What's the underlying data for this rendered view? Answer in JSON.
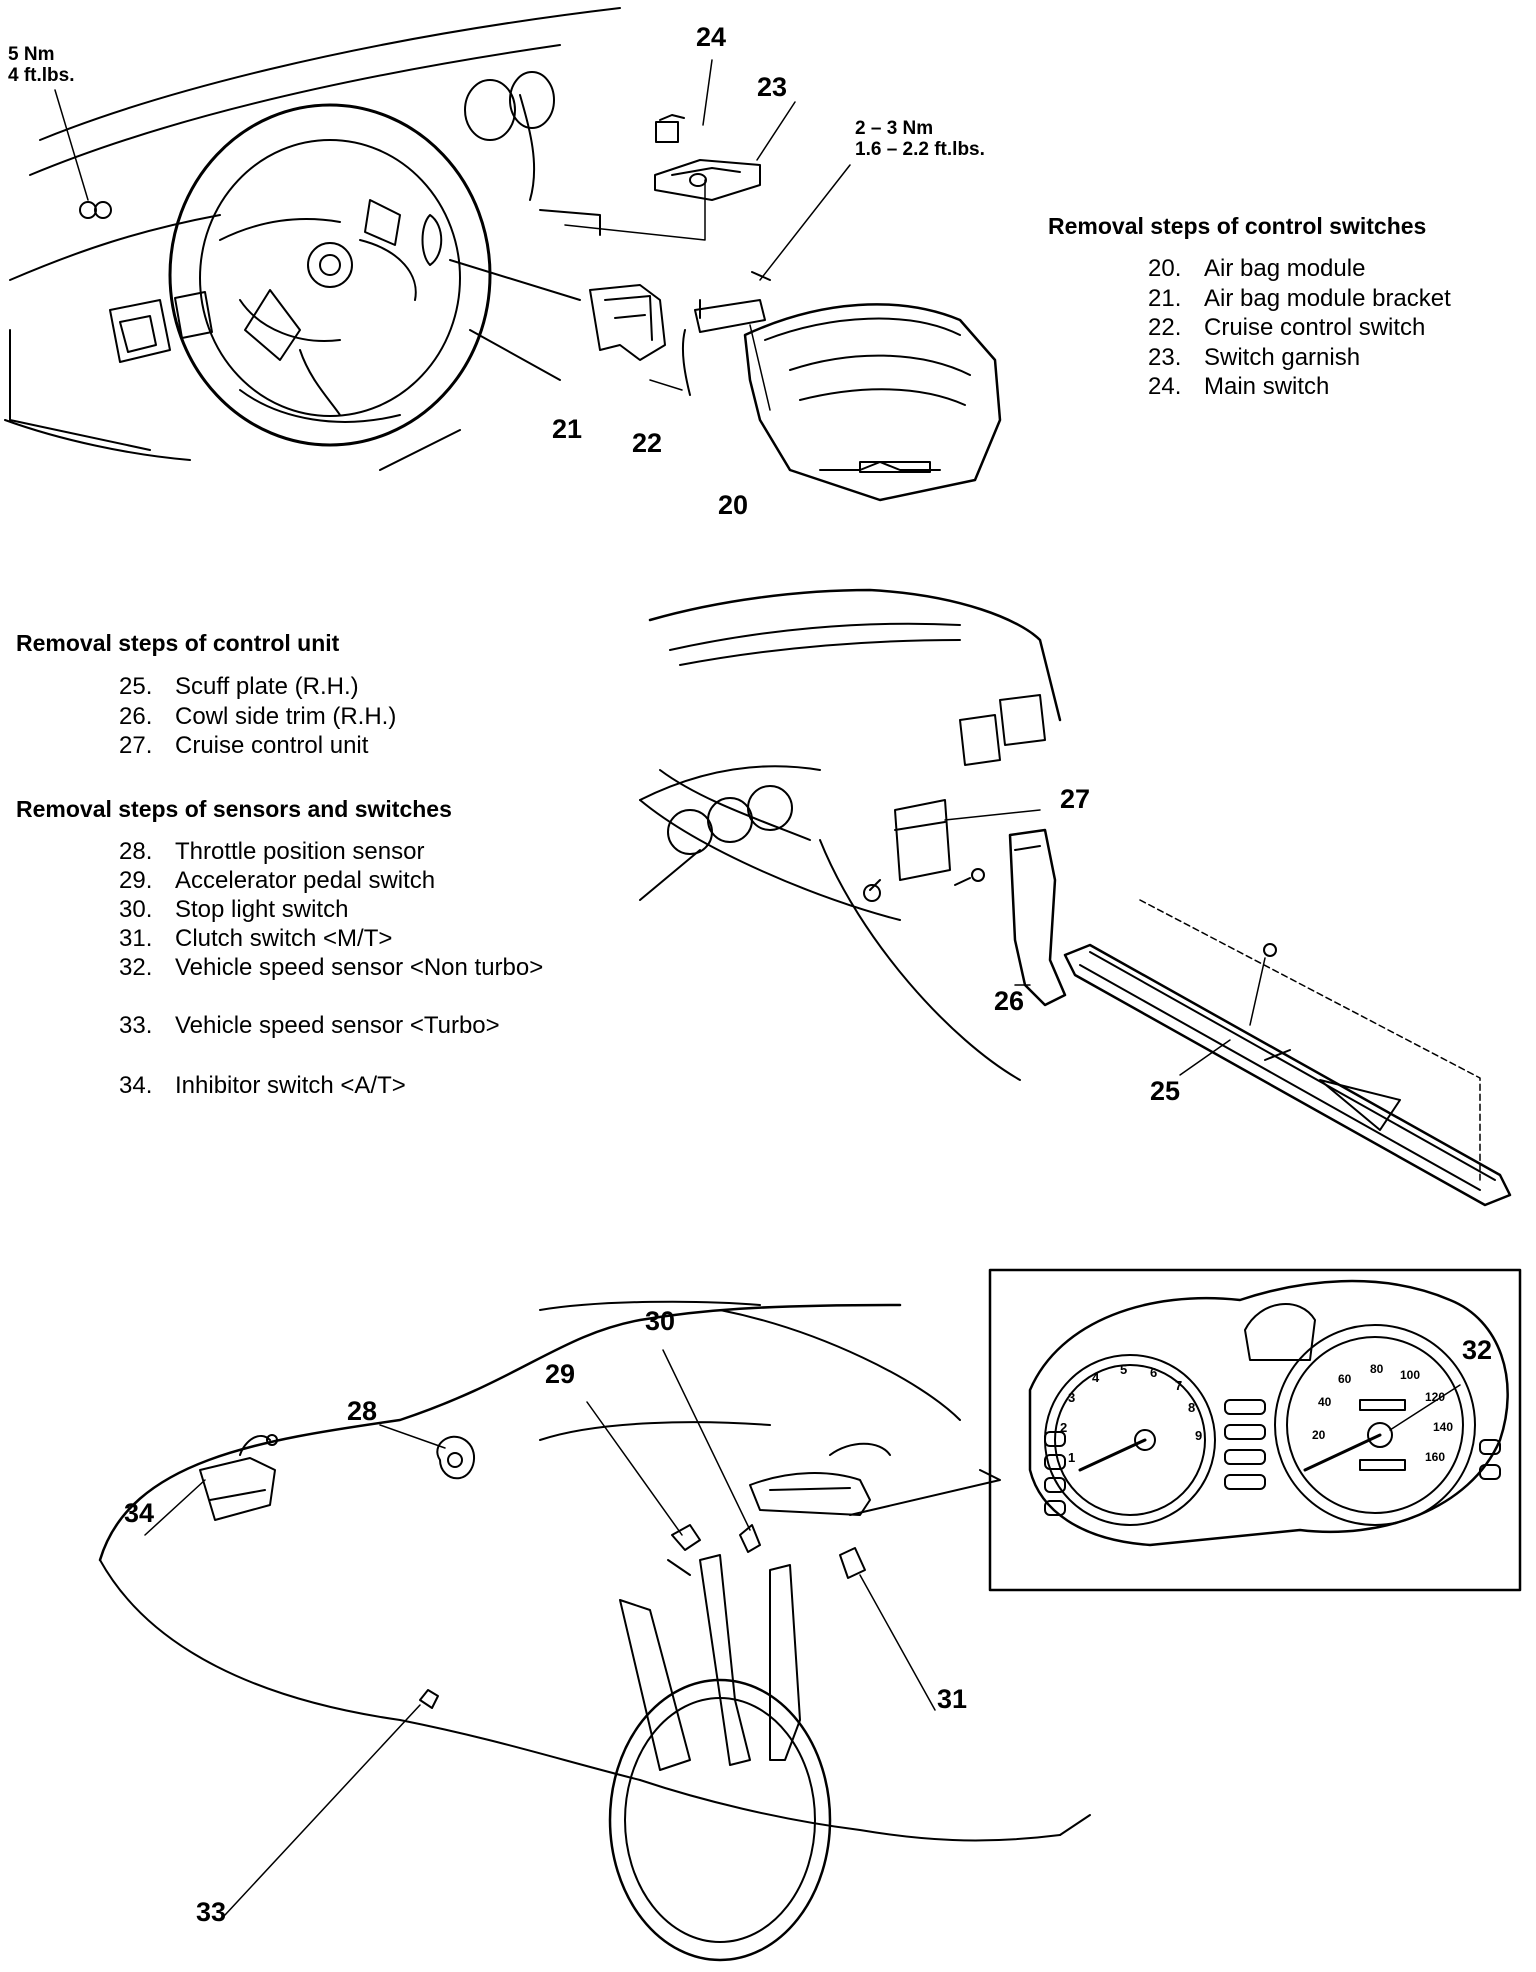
{
  "figure_1": {
    "torque_left": {
      "line1": "5 Nm",
      "line2": "4 ft.lbs."
    },
    "torque_right": {
      "line1": "2 – 3 Nm",
      "line2": "1.6 – 2.2 ft.lbs."
    },
    "callouts": {
      "c20": "20",
      "c21": "21",
      "c22": "22",
      "c23": "23",
      "c24": "24"
    }
  },
  "control_switches": {
    "heading": "Removal steps of control switches",
    "steps": [
      {
        "num": "20.",
        "label": "Air bag module"
      },
      {
        "num": "21.",
        "label": "Air bag module bracket"
      },
      {
        "num": "22.",
        "label": "Cruise control switch"
      },
      {
        "num": "23.",
        "label": "Switch garnish"
      },
      {
        "num": "24.",
        "label": "Main switch"
      }
    ]
  },
  "control_unit": {
    "heading": "Removal steps of control unit",
    "steps": [
      {
        "num": "25.",
        "label": "Scuff plate (R.H.)"
      },
      {
        "num": "26.",
        "label": "Cowl side trim (R.H.)"
      },
      {
        "num": "27.",
        "label": "Cruise control unit"
      }
    ]
  },
  "sensors_switches": {
    "heading": "Removal steps of sensors and switches",
    "steps": [
      {
        "num": "28.",
        "label": "Throttle position sensor"
      },
      {
        "num": "29.",
        "label": "Accelerator pedal switch"
      },
      {
        "num": "30.",
        "label": "Stop light switch"
      },
      {
        "num": "31.",
        "label": "Clutch switch <M/T>"
      },
      {
        "num": "32.",
        "label": "Vehicle speed sensor <Non turbo>"
      },
      {
        "num": "33.",
        "label": "Vehicle speed sensor <Turbo>"
      },
      {
        "num": "34.",
        "label": "Inhibitor switch <A/T>"
      }
    ]
  },
  "figure_2": {
    "callouts": {
      "c25": "25",
      "c26": "26",
      "c27": "27"
    }
  },
  "figure_3": {
    "callouts": {
      "c28": "28",
      "c29": "29",
      "c30": "30",
      "c31": "31",
      "c32": "32",
      "c33": "33",
      "c34": "34"
    },
    "tach_numbers": [
      "1",
      "2",
      "3",
      "4",
      "5",
      "6",
      "7",
      "8",
      "9"
    ],
    "speedo_numbers": [
      "20",
      "40",
      "60",
      "80",
      "100",
      "120",
      "140",
      "160"
    ]
  }
}
